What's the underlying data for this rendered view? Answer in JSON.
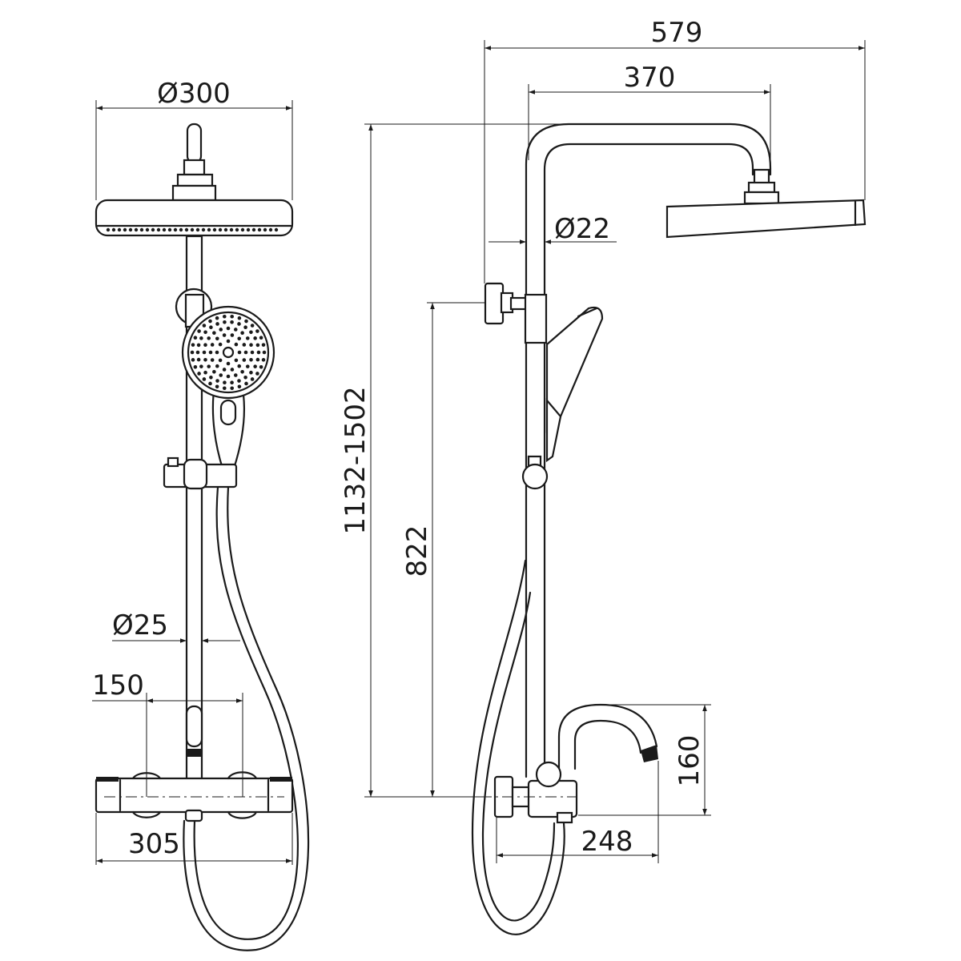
{
  "colors": {
    "line": "#1a1a1a",
    "background": "#ffffff"
  },
  "dimensions": {
    "head_diameter": "Ø300",
    "rail_diameter": "Ø25",
    "valve_spacing": "150",
    "thermostat_width": "305",
    "total_projection": "579",
    "arm_projection": "370",
    "arm_diameter": "Ø22",
    "height_range": "1132-1502",
    "bracket_height": "822",
    "spout_height": "160",
    "spout_projection": "248"
  }
}
